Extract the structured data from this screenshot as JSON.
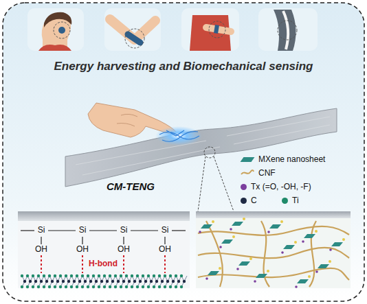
{
  "diagram": {
    "labels": [
      "Energy harvesting and Biomechanical sensing",
      "CM-TENG",
      "Si",
      "Si",
      "Si",
      "Si",
      "OH",
      "OH",
      "OH",
      "OH",
      "H-bond"
    ],
    "legend": [
      {
        "text": "MXene nanosheet",
        "color": "#2e8b84"
      },
      {
        "text": "CNF"
      },
      {
        "text": "Tx (=O, -OH, -F)",
        "color": "#7b3f9e"
      },
      {
        "text": "C",
        "color": "#1f2a44"
      },
      {
        "text": "Ti",
        "color": "#1f8a6a"
      }
    ]
  }
}
